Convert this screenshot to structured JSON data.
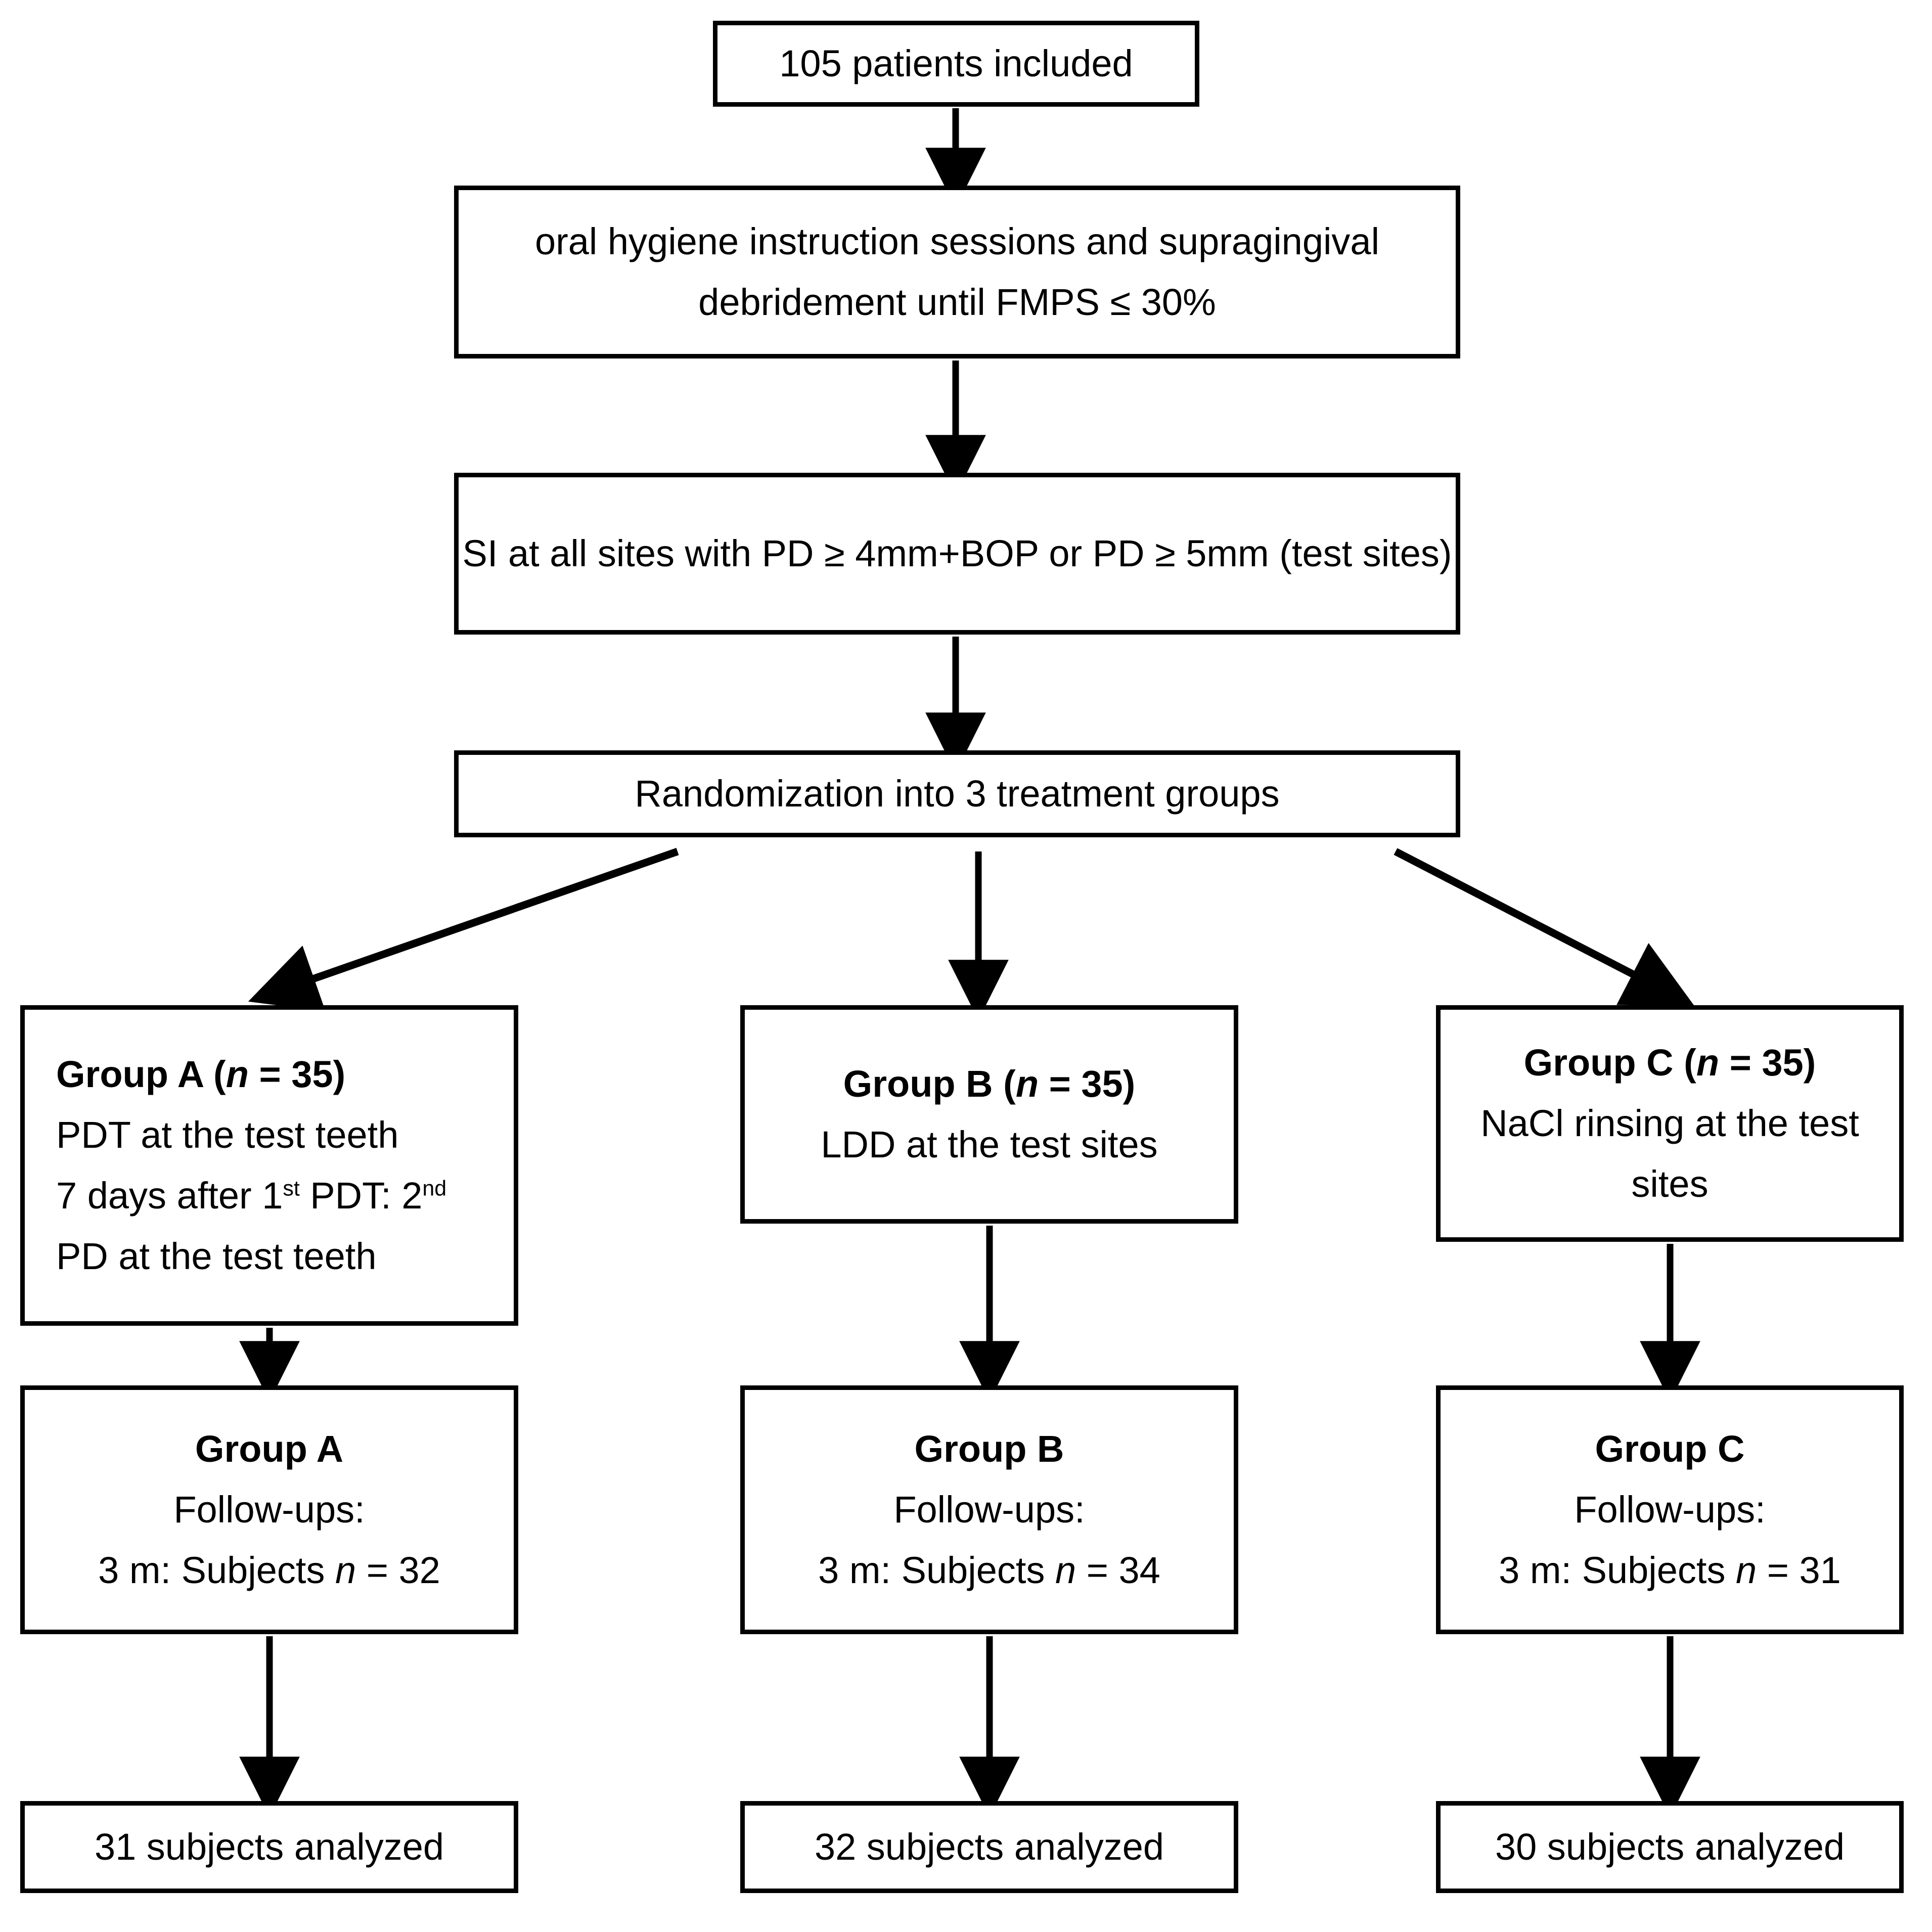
{
  "diagram": {
    "title": "CONSORT-style patient flow diagram",
    "colors": {
      "stroke": "#000000",
      "background": "#ffffff",
      "text": "#000000"
    },
    "nodes": {
      "included": {
        "text": "105 patients included"
      },
      "hygiene": {
        "text": "oral hygiene instruction sessions and supragingival debridement until FMPS ≤ 30%"
      },
      "si": {
        "text": "SI at all sites with PD ≥ 4mm+BOP or PD ≥ 5mm (test sites)"
      },
      "randomization": {
        "text": "Randomization into 3 treatment groups"
      },
      "group_a": {
        "heading_prefix": "Group A (",
        "heading_n": "n",
        "heading_suffix": " = 35)",
        "line1": "PDT at the test teeth",
        "line2_a": "7 days after 1",
        "line2_sup1": "st",
        "line2_b": " PDT: 2",
        "line2_sup2": "nd",
        "line3": "PD at the test teeth"
      },
      "group_b": {
        "heading_prefix": "Group B (",
        "heading_n": "n",
        "heading_suffix": " = 35)",
        "line1": "LDD at the test sites"
      },
      "group_c": {
        "heading_prefix": "Group C (",
        "heading_n": "n",
        "heading_suffix": " = 35)",
        "line1": "NaCl rinsing at the test sites"
      },
      "followup_a": {
        "heading": "Group A",
        "line1": "Follow-ups:",
        "line2_prefix": "3 m: Subjects ",
        "line2_n": "n",
        "line2_suffix": " = 32"
      },
      "followup_b": {
        "heading": "Group B",
        "line1": "Follow-ups:",
        "line2_prefix": "3 m: Subjects ",
        "line2_n": "n",
        "line2_suffix": " = 34"
      },
      "followup_c": {
        "heading": "Group C",
        "line1": "Follow-ups:",
        "line2_prefix": "3 m: Subjects ",
        "line2_n": "n",
        "line2_suffix": " = 31"
      },
      "analyzed_a": {
        "text": "31 subjects analyzed"
      },
      "analyzed_b": {
        "text": "32 subjects analyzed"
      },
      "analyzed_c": {
        "text": "30 subjects analyzed"
      }
    },
    "edges": [
      {
        "name": "included-to-hygiene",
        "from": "included",
        "to": "hygiene",
        "style": "straight-down-arrow"
      },
      {
        "name": "hygiene-to-si",
        "from": "hygiene",
        "to": "si",
        "style": "straight-down-arrow"
      },
      {
        "name": "si-to-randomization",
        "from": "si",
        "to": "randomization",
        "style": "straight-down-arrow"
      },
      {
        "name": "randomization-to-group-a",
        "from": "randomization",
        "to": "group_a",
        "style": "diagonal-left-arrow"
      },
      {
        "name": "randomization-to-group-b",
        "from": "randomization",
        "to": "group_b",
        "style": "straight-down-arrow"
      },
      {
        "name": "randomization-to-group-c",
        "from": "randomization",
        "to": "group_c",
        "style": "diagonal-right-arrow"
      },
      {
        "name": "group-a-to-followup-a",
        "from": "group_a",
        "to": "followup_a",
        "style": "straight-down-arrow"
      },
      {
        "name": "group-b-to-followup-b",
        "from": "group_b",
        "to": "followup_b",
        "style": "straight-down-arrow"
      },
      {
        "name": "group-c-to-followup-c",
        "from": "group_c",
        "to": "followup_c",
        "style": "straight-down-arrow"
      },
      {
        "name": "followup-a-to-analyzed-a",
        "from": "followup_a",
        "to": "analyzed_a",
        "style": "straight-down-arrow"
      },
      {
        "name": "followup-b-to-analyzed-b",
        "from": "followup_b",
        "to": "analyzed_b",
        "style": "straight-down-arrow"
      },
      {
        "name": "followup-c-to-analyzed-c",
        "from": "followup_c",
        "to": "analyzed_c",
        "style": "straight-down-arrow"
      }
    ]
  }
}
